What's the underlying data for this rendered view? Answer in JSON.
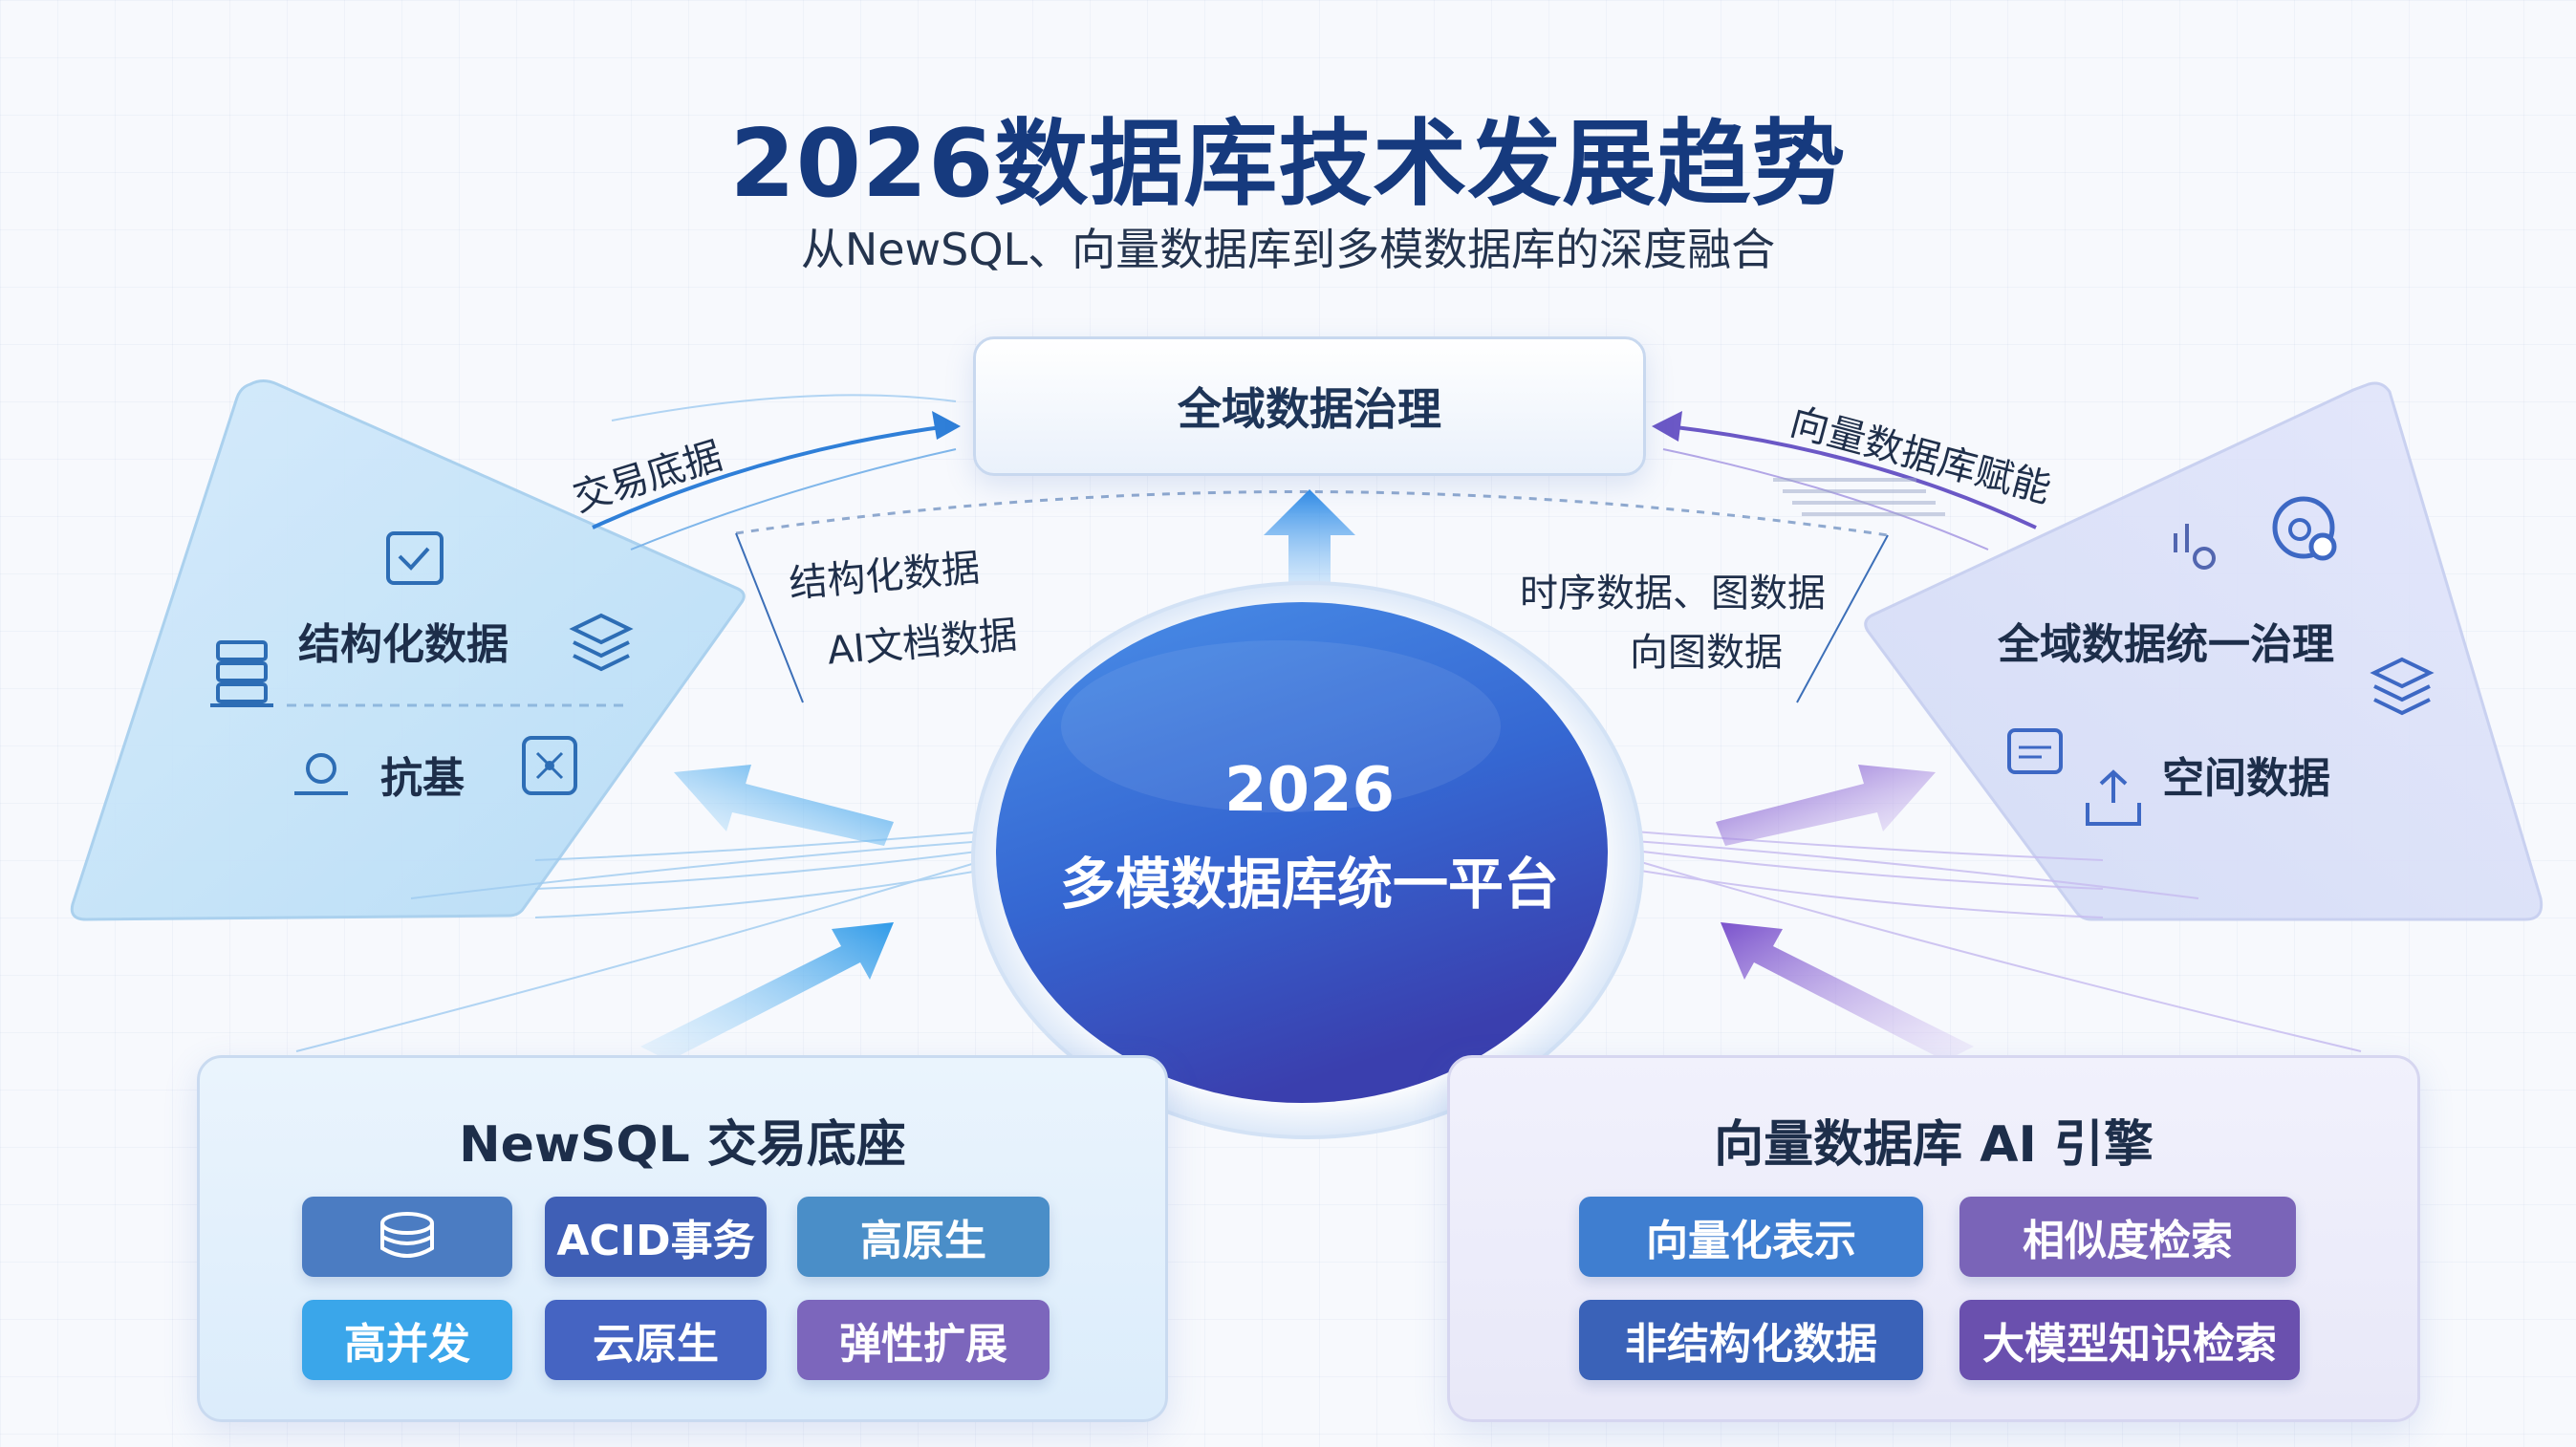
{
  "title": "2026数据库技术发展趋势",
  "subtitle": "从NewSQL、向量数据库到多模数据库的深度融合",
  "top_box": "全域数据治理",
  "arrow_labels": {
    "left_top": "交易底据",
    "right_top": "向量数据库赋能"
  },
  "center": {
    "year": "2026",
    "name": "多模数据库统一平台"
  },
  "left_inner": [
    "结构化数据",
    "AI文档数据"
  ],
  "right_inner": [
    "时序数据、图数据",
    "向图数据"
  ],
  "left_wing": {
    "item1": "结构化数据",
    "item2": "抗基"
  },
  "right_wing": {
    "item1": "全域数据统一治理",
    "item2": "空间数据"
  },
  "newsql_panel": {
    "title": "NewSQL 交易底座",
    "chips": [
      "",
      "ACID事务",
      "高原生",
      "高并发",
      "云原生",
      "弹性扩展"
    ]
  },
  "vector_panel": {
    "title": "向量数据库 AI 引擎",
    "chips": [
      "向量化表示",
      "相似度检索",
      "非结构化数据",
      "大模型知识检索"
    ]
  },
  "colors": {
    "title": "#163a7e",
    "center_top": "#3f7fe0",
    "center_bottom": "#2f46b0",
    "blue_chip": "#3f7ec9",
    "indigo_chip": "#3f57b8",
    "light_blue_chip": "#3aa6ea",
    "purple_chip": "#7a64b8"
  }
}
